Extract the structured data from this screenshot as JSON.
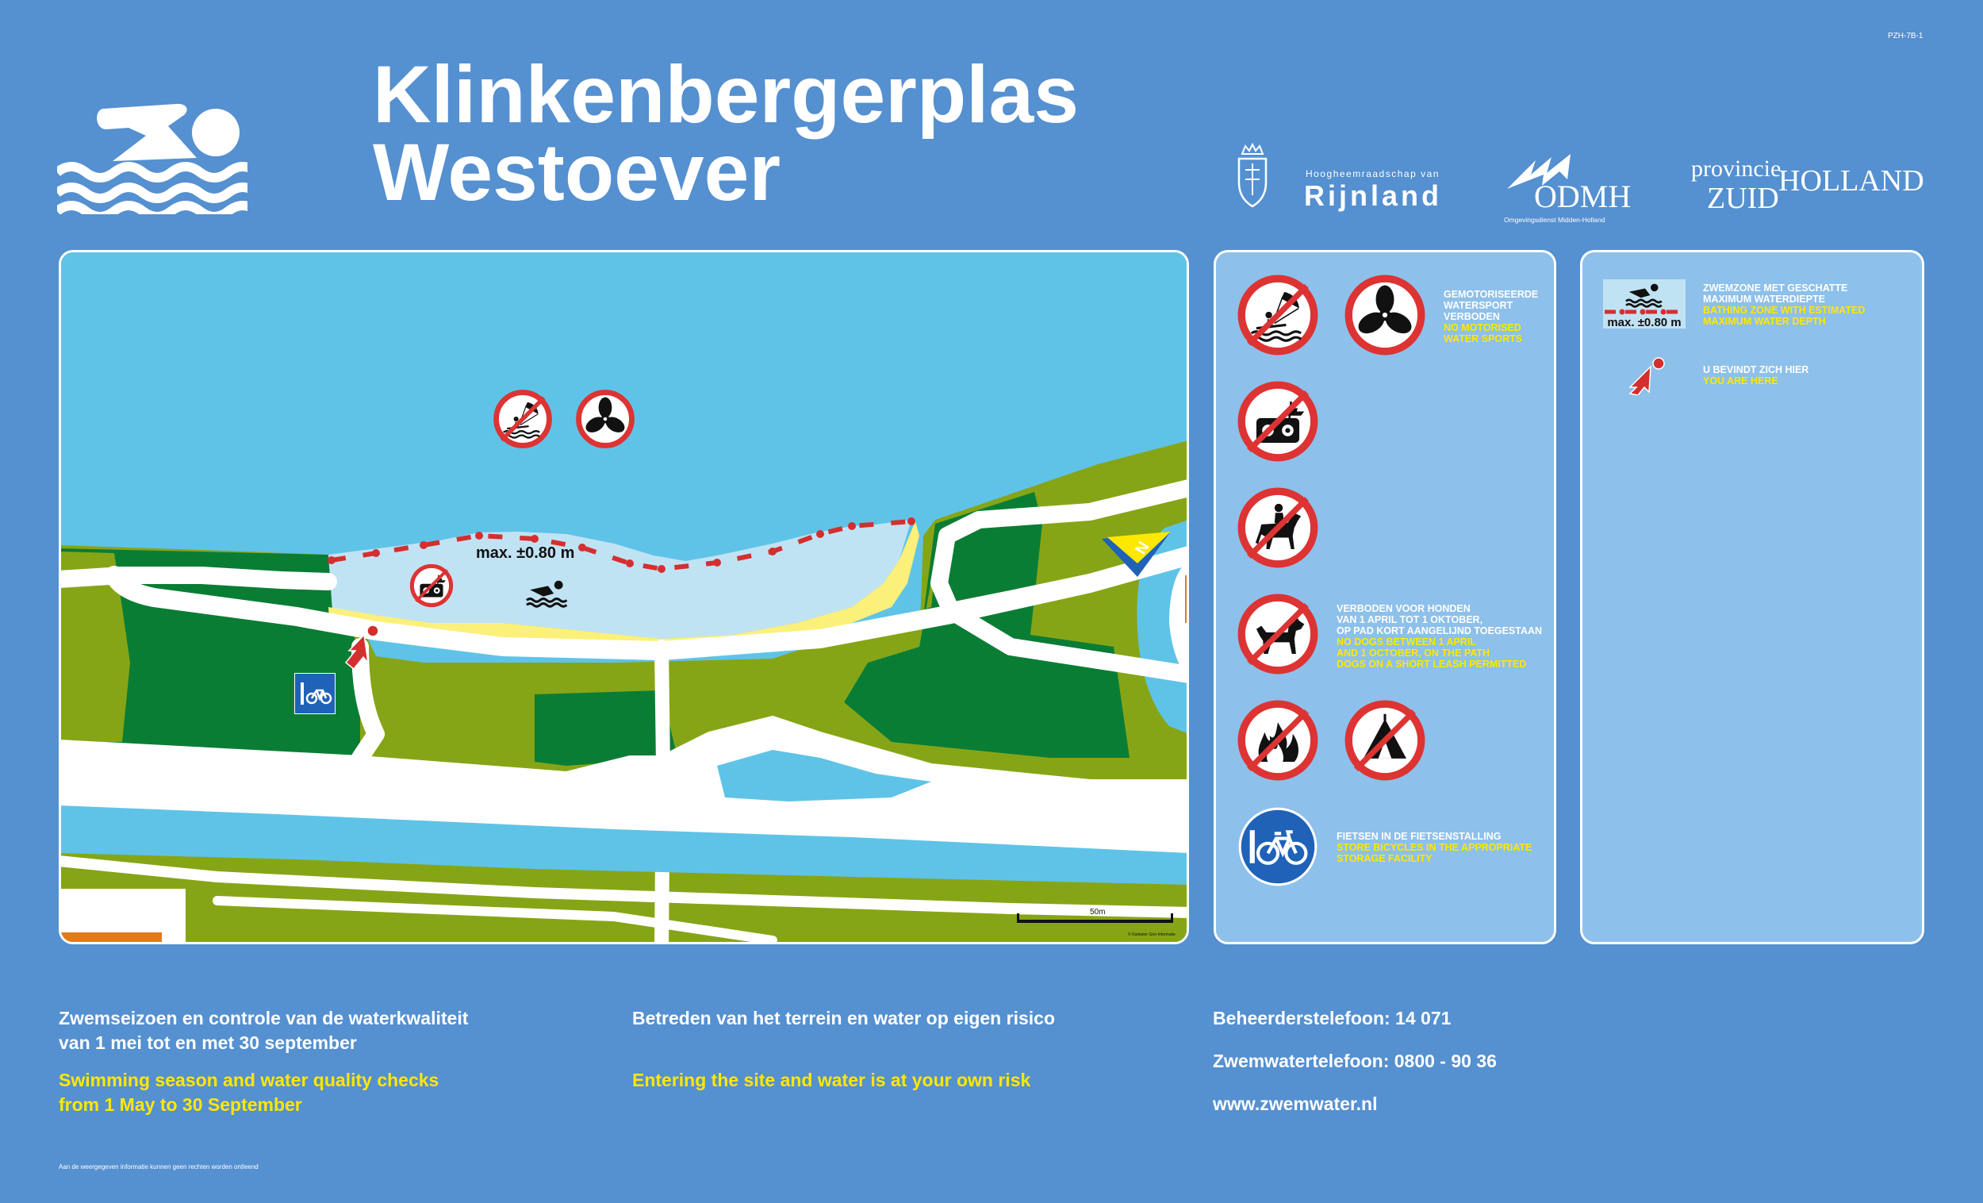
{
  "sign_code": "PZH-7B-1",
  "title": {
    "line1": "Klinkenbergerplas",
    "line2": "Westoever"
  },
  "icons": {
    "swim": "swimmer-icon",
    "nav": "north-arrow-icon"
  },
  "logos": {
    "rijnland": {
      "subtitle": "Hoogheemraadschap van",
      "name": "Rijnland"
    },
    "odmh": {
      "name": "ODMH",
      "subtitle": "Omgevingsdienst Midden-Holland"
    },
    "zuid_holland": {
      "small": "provincie",
      "zuid": "ZUID",
      "holland": "HOLLAND"
    }
  },
  "map": {
    "depth_label": "max. ±0.80 m",
    "scale_label": "50m",
    "copyright": "© Kadaster Geo-Informatie"
  },
  "rules": {
    "motor": {
      "nl": [
        "GEMOTORISEERDE",
        "WATERSPORT",
        "VERBODEN"
      ],
      "en": [
        "NO MOTORISED",
        "WATER SPORTS"
      ]
    },
    "dogs": {
      "nl": [
        "VERBODEN VOOR HONDEN",
        "VAN 1 APRIL TOT 1 OKTOBER,",
        "OP PAD KORT AANGELIJND TOEGESTAAN"
      ],
      "en": [
        "NO DOGS BETWEEN 1 APRIL",
        "AND 1 OCTOBER, ON THE PATH",
        "DOGS ON A SHORT LEASH PERMITTED"
      ]
    },
    "bikes": {
      "nl": [
        "FIETSEN IN DE FIETSENSTALLING"
      ],
      "en": [
        "STORE BICYCLES IN THE APPROPRIATE",
        "STORAGE FACILITY"
      ]
    }
  },
  "legend": {
    "zone": {
      "depth": "max. ±0.80 m",
      "nl": [
        "ZWEMZONE MET GESCHATTE",
        "MAXIMUM WATERDIEPTE"
      ],
      "en": [
        "BATHING ZONE WITH ESTIMATED",
        "MAXIMUM WATER DEPTH"
      ]
    },
    "here": {
      "nl": [
        "U BEVINDT ZICH HIER"
      ],
      "en": [
        "YOU ARE HERE"
      ]
    }
  },
  "footer": {
    "season_nl": [
      "Zwemseizoen en controle van de waterkwaliteit",
      "van 1 mei tot en met 30 september"
    ],
    "season_en": [
      "Swimming season and water quality checks",
      "from 1 May to 30 September"
    ],
    "risk_nl": "Betreden van het terrein en water op eigen risico",
    "risk_en": "Entering the site and water is at your own risk",
    "phone_manager": "Beheerderstelefoon: 14 071",
    "phone_swim": "Zwemwatertelefoon: 0800 - 90 36",
    "website": "www.zwemwater.nl"
  },
  "disclaimer": "Aan de weergegeven informatie kunnen geen rechten worden ontleend",
  "colors": {
    "background": "#5590d0",
    "lake": "#5fc3e8",
    "bathing_zone": "#c0e3f4",
    "beach": "#fbf07a",
    "forest": "#0a7d35",
    "grass": "#86a516",
    "path": "#ffffff",
    "sign_red": "#dd3333",
    "cycle_blue": "#1f62b8",
    "yellow_text": "#ffe800"
  }
}
